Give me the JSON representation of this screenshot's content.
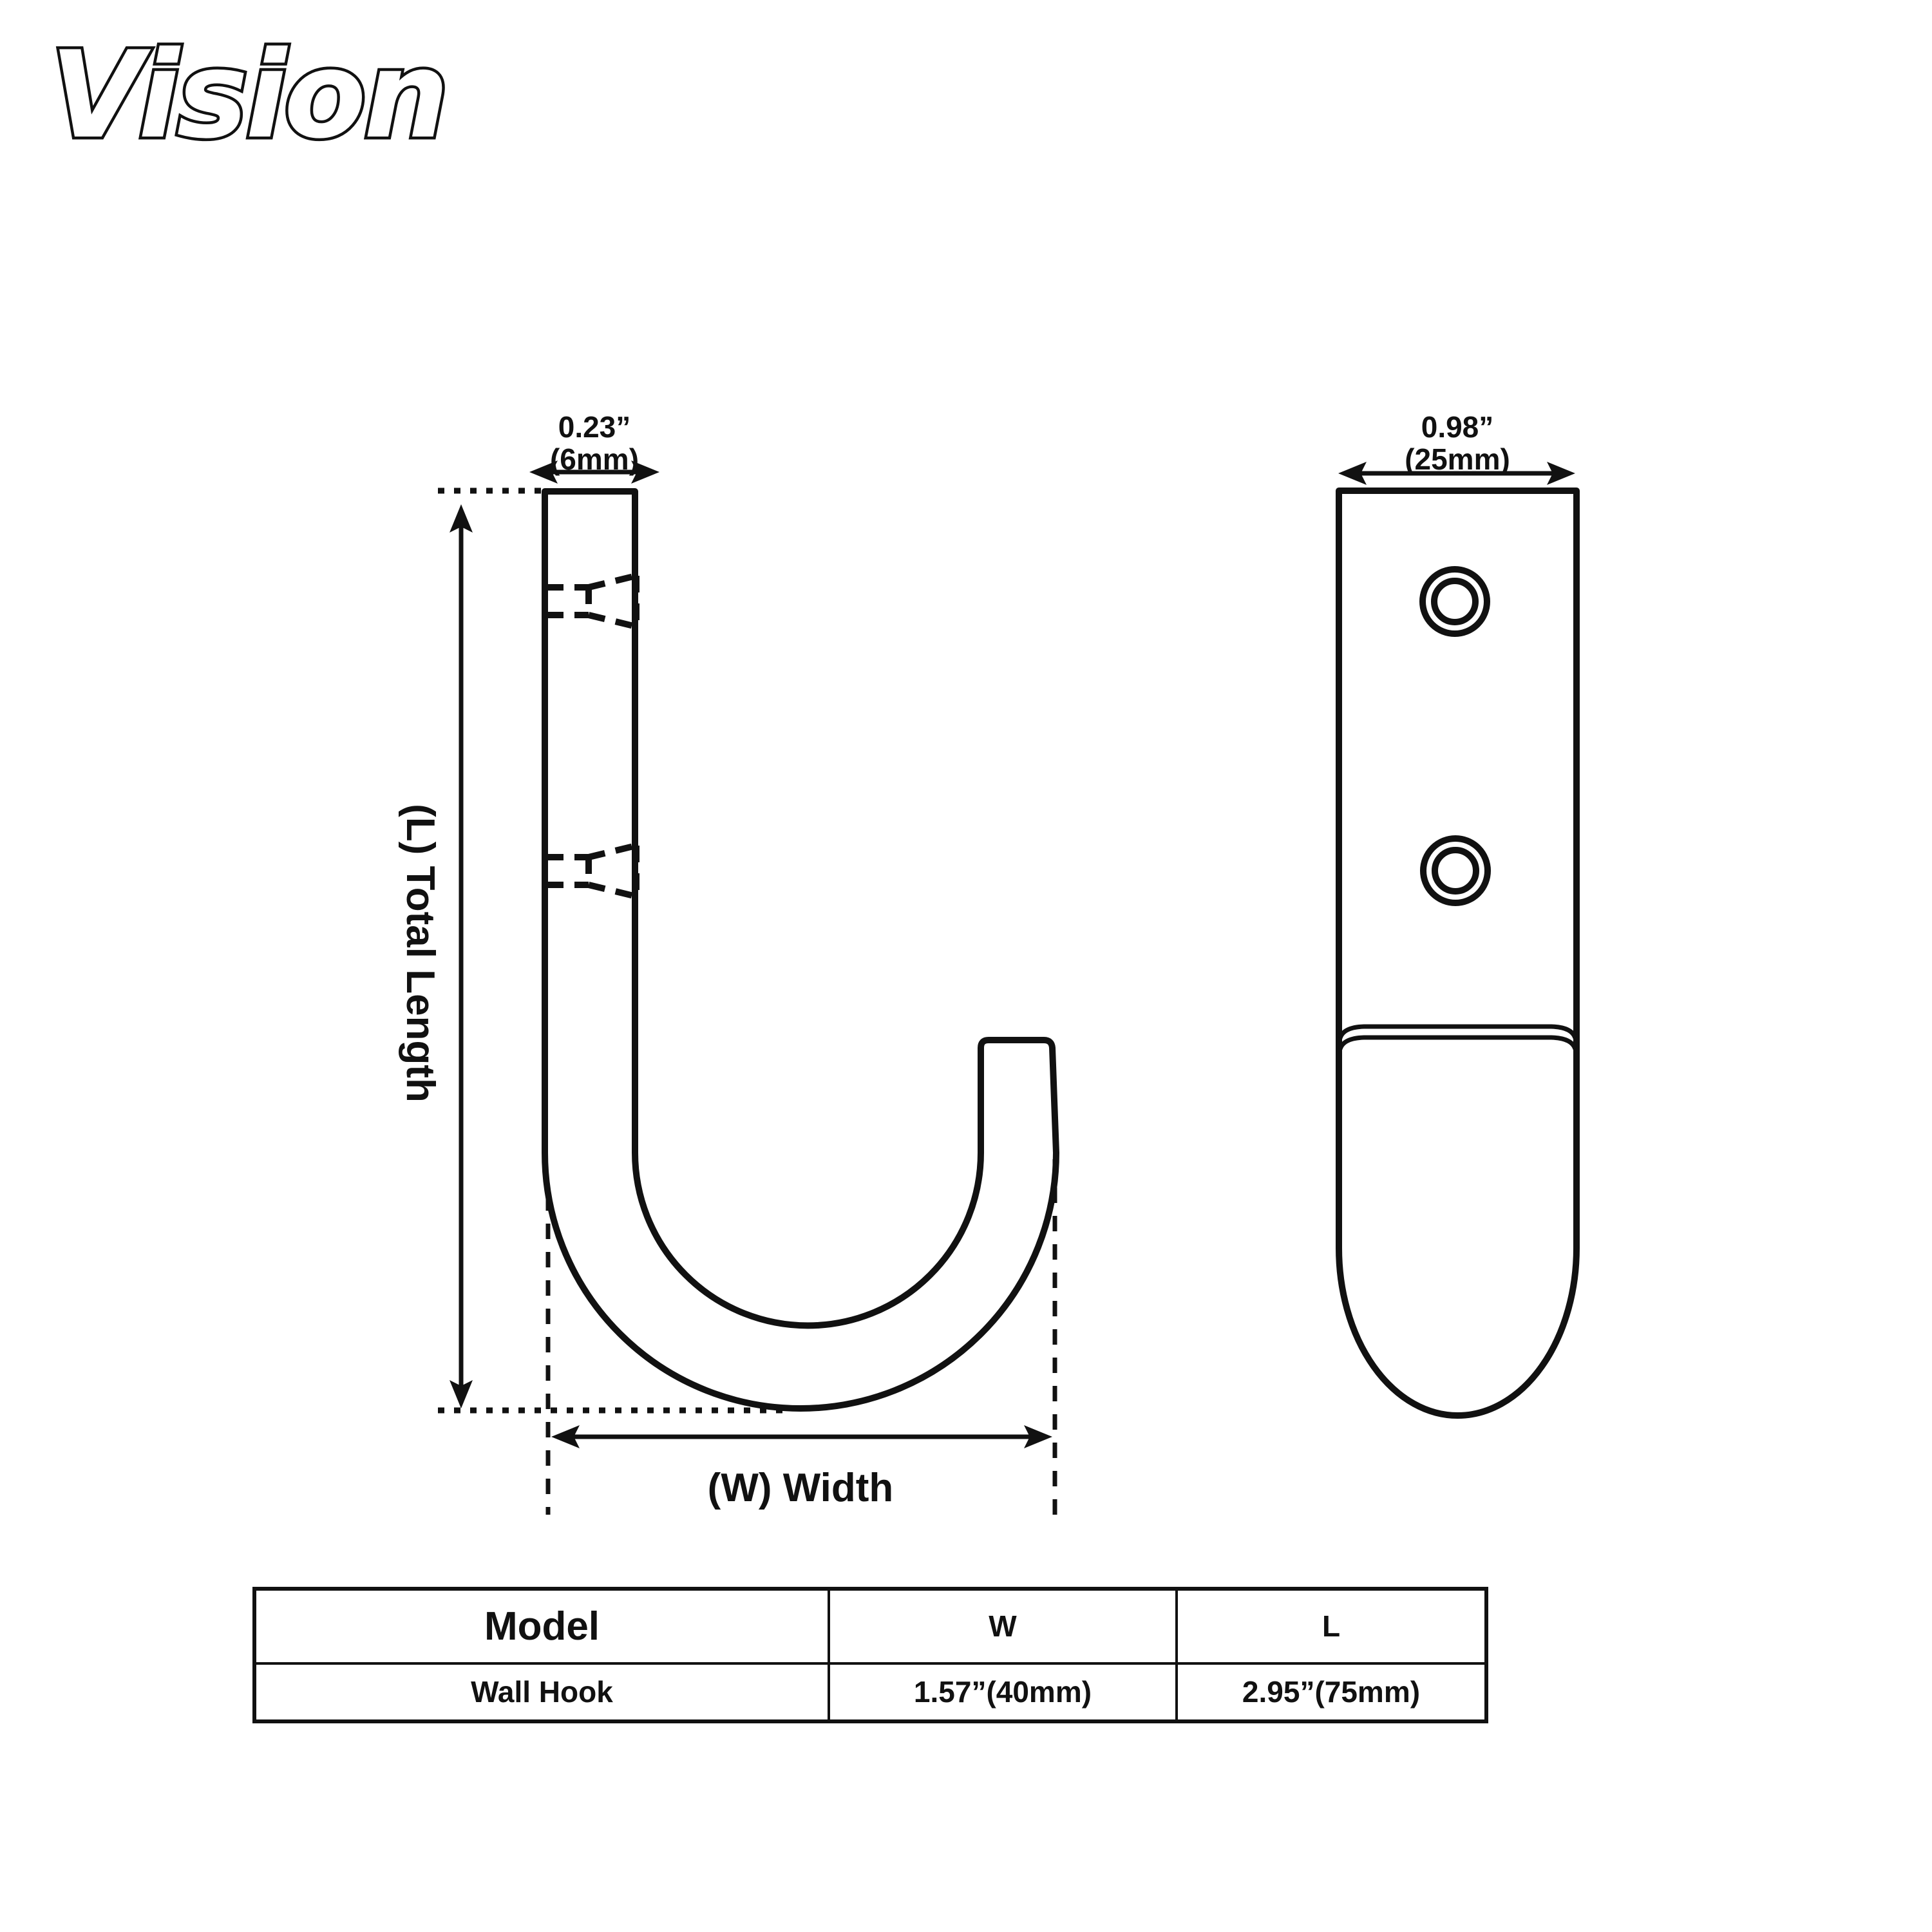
{
  "logo": {
    "text": "Vision"
  },
  "left_view": {
    "thickness_in": "0.23”",
    "thickness_mm": "(6mm)",
    "length_label": "(L) Total Length",
    "width_label": "(W) Width"
  },
  "right_view": {
    "width_in": "0.98”",
    "width_mm": "(25mm)"
  },
  "table": {
    "headers": [
      "Model",
      "W",
      "L"
    ],
    "rows": [
      [
        "Wall Hook",
        "1.57”(40mm)",
        "2.95”(75mm)"
      ]
    ]
  },
  "colors": {
    "ink": "#111111",
    "background": "#ffffff"
  }
}
